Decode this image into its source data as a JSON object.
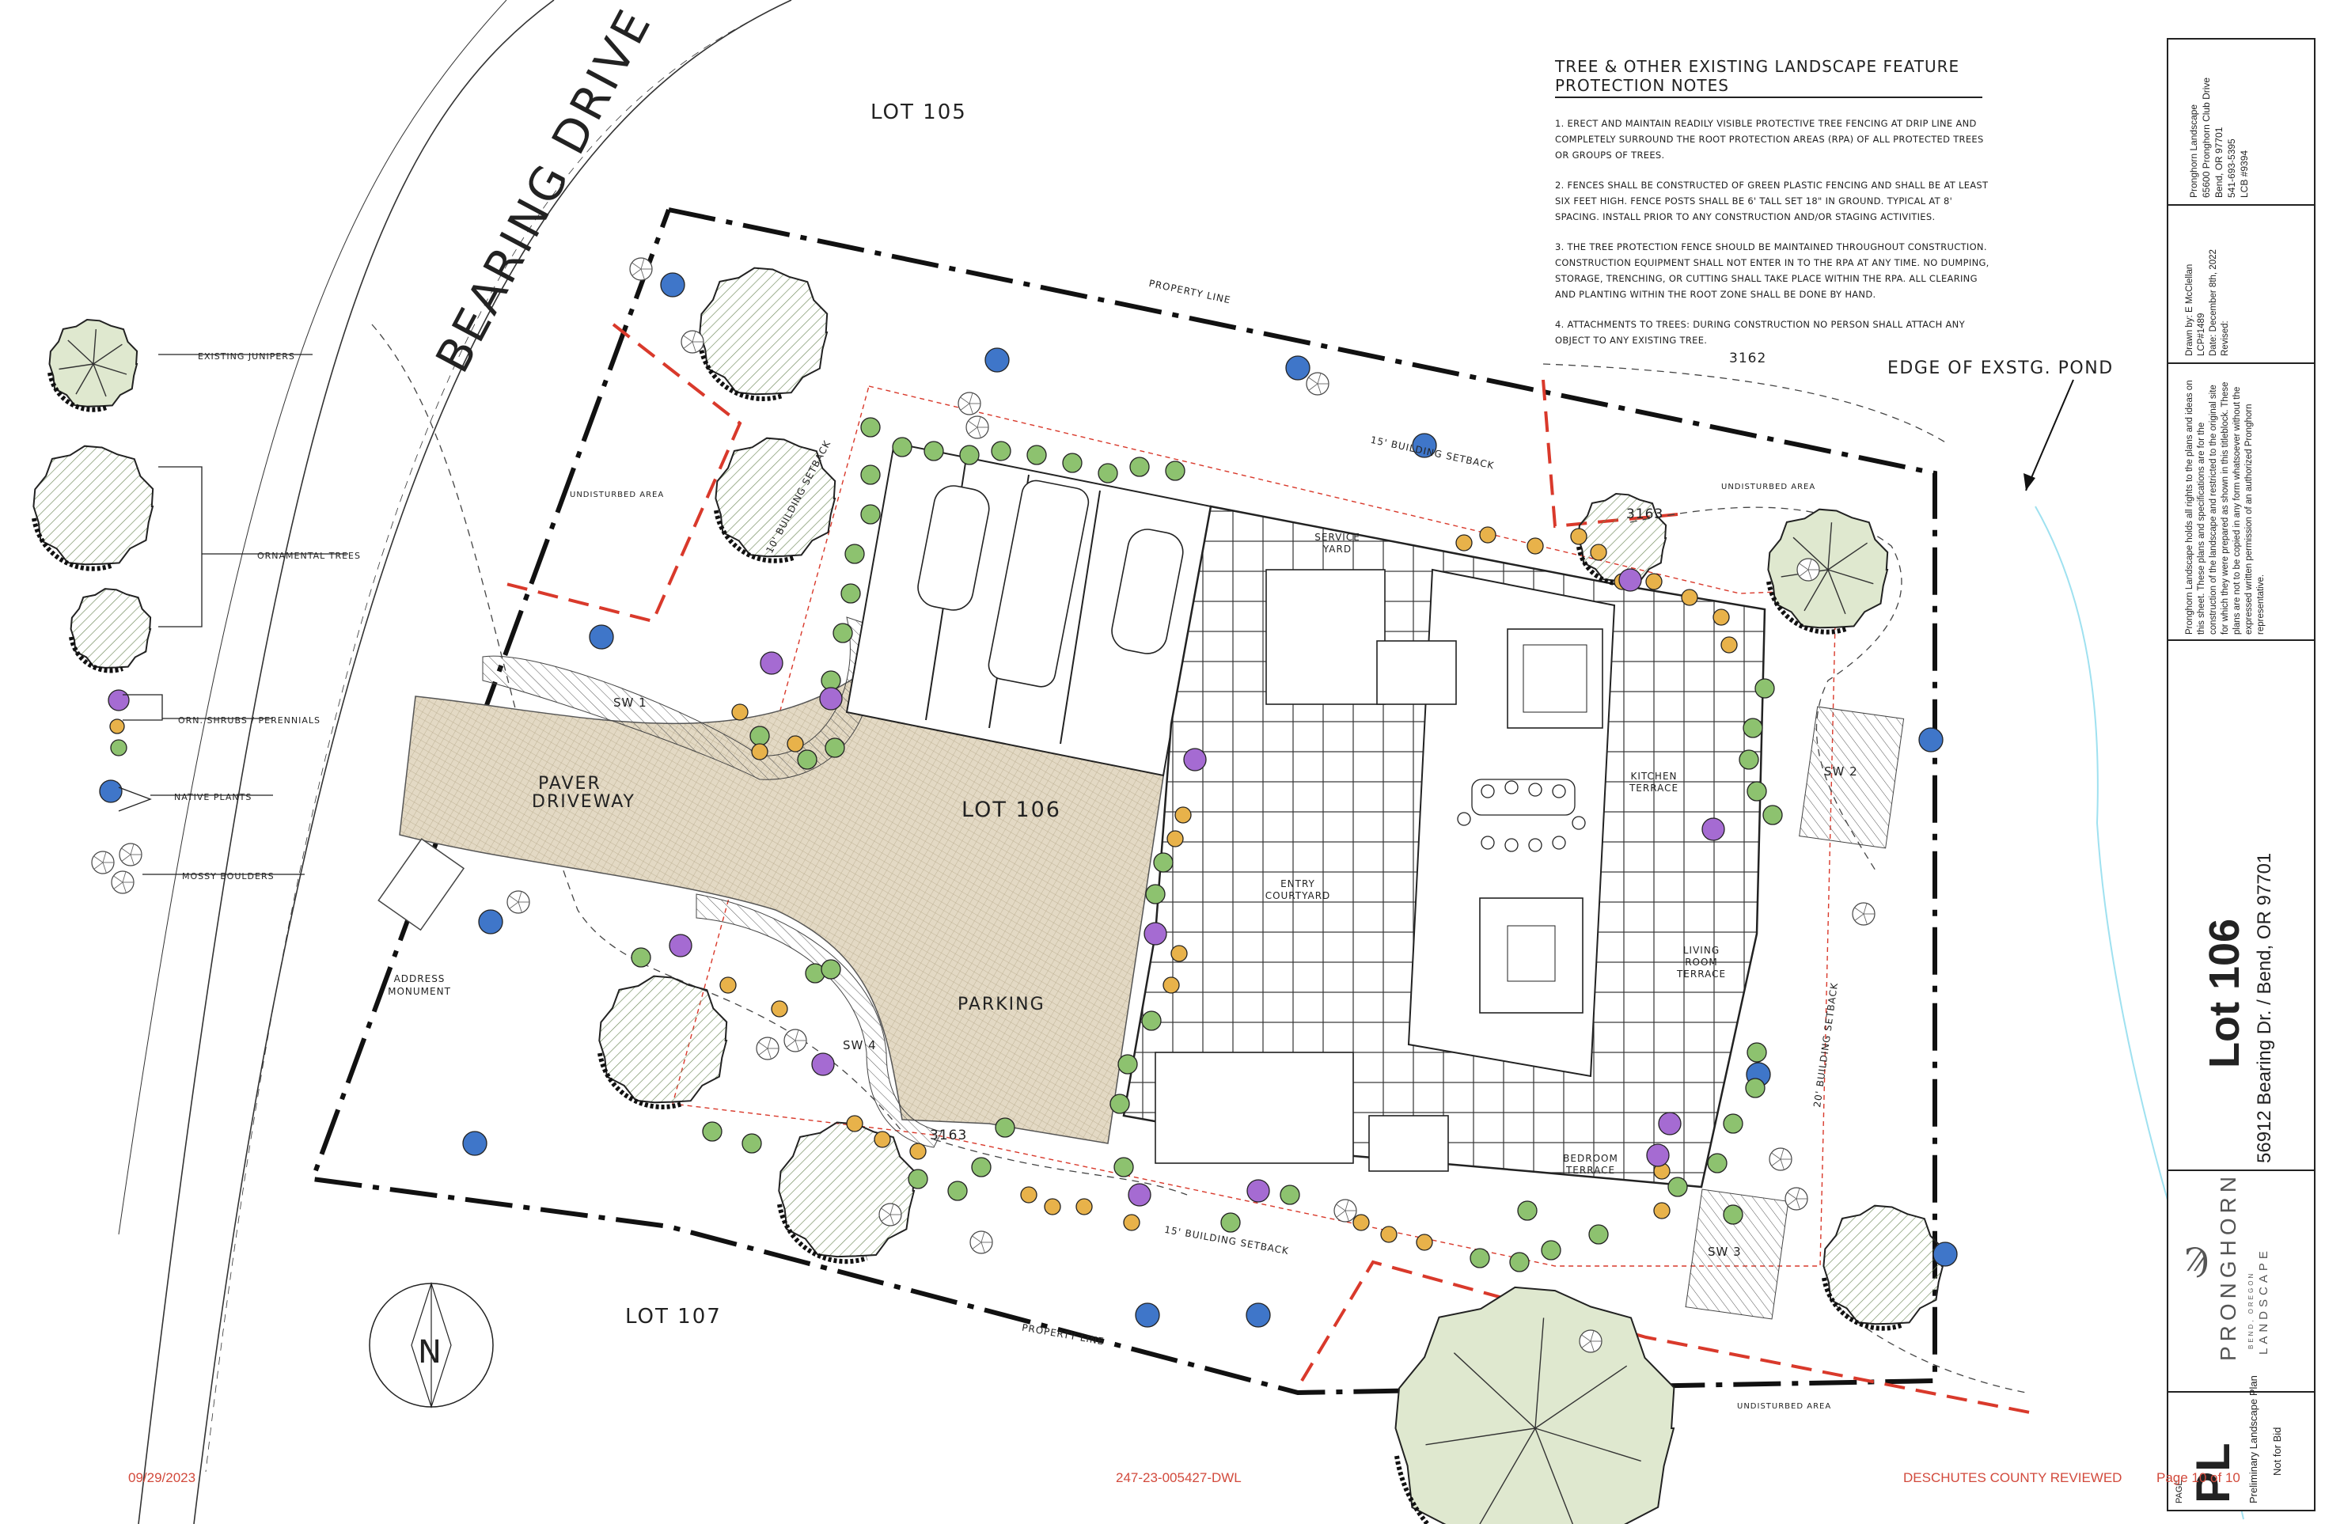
{
  "plan": {
    "lot_north": "LOT 105",
    "lot_south": "LOT 107",
    "lot_main": "LOT 106",
    "street": "BEARING DRIVE",
    "edge_pond": "EDGE OF EXSTG. POND",
    "property_line_top": "PROPERTY LINE",
    "property_line_bottom": "PROPERTY LINE",
    "undisturbed_1": "UNDISTURBED AREA",
    "undisturbed_2": "UNDISTURBED AREA",
    "undisturbed_3": "UNDISTURBED AREA",
    "setback_top": "15' BUILDING SETBACK",
    "setback_bottom": "15' BUILDING SETBACK",
    "setback_left": "10' BUILDING SETBACK",
    "setback_right": "20' BUILDING SETBACK",
    "contour_3162": "3162",
    "contour_3163a": "3163",
    "contour_3163b": "3163",
    "paver_1": "PAVER",
    "paver_2": "DRIVEWAY",
    "parking": "PARKING",
    "service_yard_1": "SERVICE",
    "service_yard_2": "YARD",
    "entry_1": "ENTRY",
    "entry_2": "COURTYARD",
    "kitchen_1": "KITCHEN",
    "kitchen_2": "TERRACE",
    "living_1": "LIVING",
    "living_2": "ROOM",
    "living_3": "TERRACE",
    "bedroom_1": "BEDROOM",
    "bedroom_2": "TERRACE",
    "address_1": "ADDRESS",
    "address_2": "MONUMENT",
    "sw1": "SW 1",
    "sw2": "SW 2",
    "sw3": "SW 3",
    "sw4": "SW 4",
    "north": "N"
  },
  "legend": {
    "junipers": "EXISTING JUNIPERS",
    "ornamental": "ORNAMENTAL TREES",
    "shrubs": "ORN. SHRUBS / PERENNIALS",
    "native": "NATIVE PLANTS",
    "boulders": "MOSSY BOULDERS"
  },
  "notes": {
    "title_line1": "TREE & OTHER EXISTING LANDSCAPE FEATURE",
    "title_line2": "PROTECTION NOTES",
    "items": [
      "1. ERECT AND MAINTAIN READILY VISIBLE PROTECTIVE TREE FENCING AT DRIP LINE AND COMPLETELY SURROUND THE ROOT PROTECTION AREAS (RPA) OF ALL PROTECTED TREES OR GROUPS OF TREES.",
      "2. FENCES SHALL BE CONSTRUCTED OF GREEN PLASTIC FENCING AND SHALL BE AT LEAST SIX FEET HIGH. FENCE POSTS SHALL BE 6' TALL SET 18\" IN GROUND. TYPICAL AT 8' SPACING. INSTALL PRIOR TO ANY CONSTRUCTION AND/OR STAGING ACTIVITIES.",
      "3. THE TREE PROTECTION FENCE SHOULD BE MAINTAINED THROUGHOUT CONSTRUCTION. CONSTRUCTION EQUIPMENT SHALL NOT ENTER IN TO THE RPA AT ANY TIME. NO DUMPING, STORAGE, TRENCHING, OR CUTTING SHALL TAKE PLACE WITHIN THE RPA. ALL CLEARING AND PLANTING WITHIN THE ROOT ZONE SHALL BE DONE BY HAND.",
      "4. ATTACHMENTS TO TREES: DURING CONSTRUCTION NO PERSON SHALL ATTACH ANY OBJECT TO ANY EXISTING TREE."
    ]
  },
  "titleblock": {
    "company": "Pronghorn Landscape",
    "address1": "65600 Pronghorn Club Drive",
    "address2": "Bend, OR 97701",
    "phone": "541-693-5395",
    "lcb": "LCB #9394",
    "drawn_by": "Drawn by: E McClellan",
    "lcp": "LCP#1489",
    "date": "Date: December 8th, 2022",
    "revised": "Revised:",
    "rights": "Pronghorn Landscape holds all rights to the plans and ideas on this sheet. These plans and specifications are for the construction of the landscape and restricted to the original site for which they were prepared as shown in this titleblock. These plans are not to be copied in any form whatsoever without the expressed written permission of an authorized Pronghorn representative.",
    "lot": "Lot 106",
    "site_address": "56912 Bearing Dr. / Bend, OR 97701",
    "logo_name": "PRONGHORN",
    "logo_sub": "BEND, OREGON",
    "logo_word": "LANDSCAPE",
    "page_label": "PAGE",
    "page_code": "PL",
    "plan_name": "Preliminary Landscape Plan",
    "not_for_bid": "Not for Bid"
  },
  "footer": {
    "date": "09/29/2023",
    "file": "247-23-005427-DWL",
    "reviewed": "DESCHUTES COUNTY REVIEWED",
    "page": "Page 10 of 10"
  },
  "colors": {
    "line": "#1a1a1a",
    "red_dash": "#d9392b",
    "tree_fill": "#dfe8cf",
    "green_plant": "#8dc26f",
    "blue_plant": "#3f76c9",
    "purple_plant": "#a56bd2",
    "yellow_plant": "#e8b24a",
    "paver": "#ddd3bc",
    "pond": "#9fe1f0"
  }
}
